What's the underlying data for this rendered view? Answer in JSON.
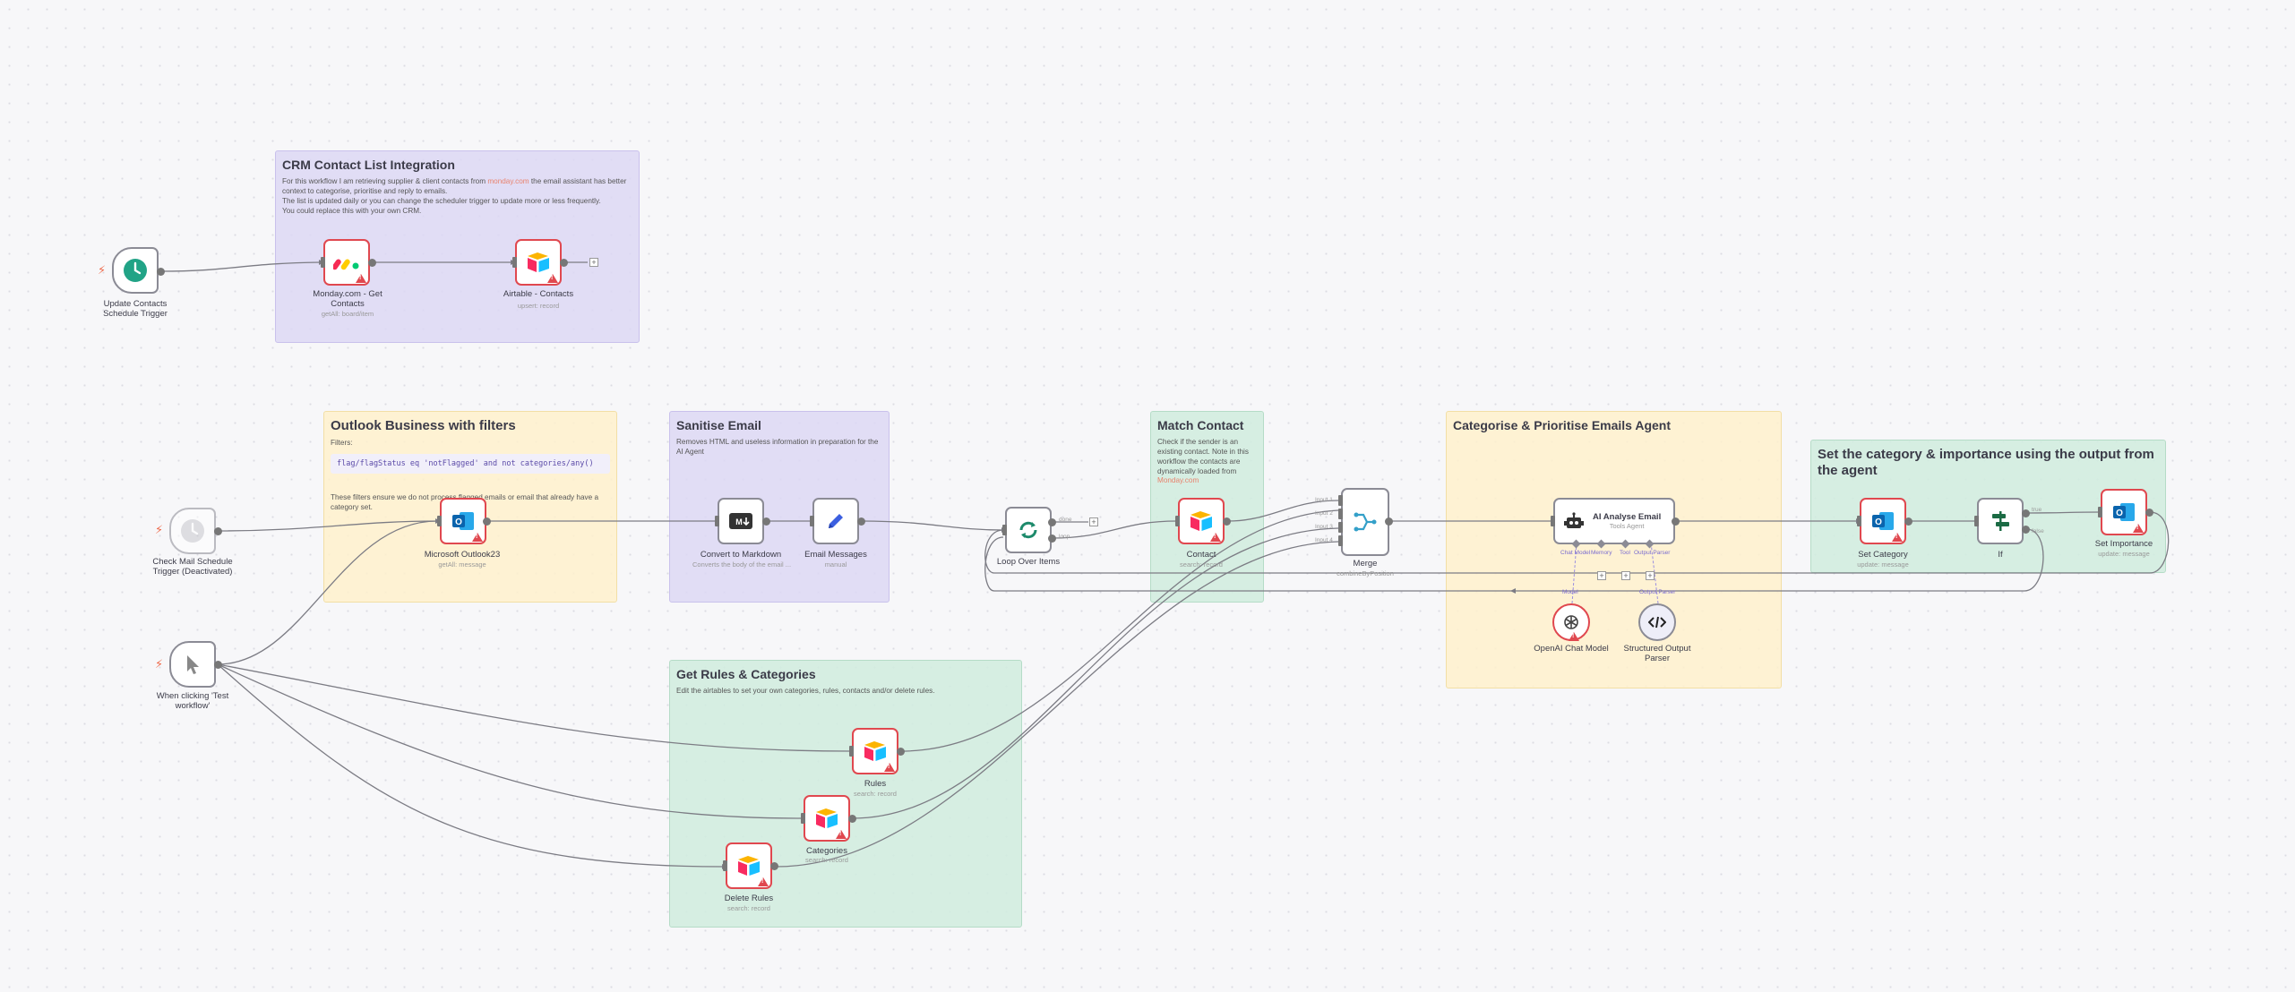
{
  "notes": {
    "crm": {
      "title": "CRM Contact List Integration",
      "body_pre": "For this workflow I am retrieving supplier & client contacts from ",
      "body_link": "monday.com",
      "body_post": " the email assistant has better context to categorise, prioritise and reply to emails.",
      "line2": "The list is updated daily or you can change the scheduler trigger to update more or less frequently.",
      "line3": "You could replace this with your own CRM."
    },
    "outlook": {
      "title": "Outlook Business with filters",
      "filters_label": "Filters:",
      "code": "flag/flagStatus eq 'notFlagged' and not categories/any()",
      "body": "These filters ensure we do not process flagged emails or email that already have a category set."
    },
    "sanitise": {
      "title": "Sanitise Email",
      "body": "Removes HTML and useless information in preparation for the AI Agent"
    },
    "match": {
      "title": "Match Contact",
      "body_pre": "Check if the sender is an existing contact. Note in this workflow the contacts are dynamically loaded from ",
      "body_link": "Monday.com"
    },
    "categorise": {
      "title": "Categorise & Prioritise Emails Agent"
    },
    "setcat": {
      "title": "Set the category & importance using the output from the agent"
    },
    "rules": {
      "title": "Get Rules & Categories",
      "body": "Edit the airtables to set your own categories, rules, contacts and/or delete rules."
    }
  },
  "nodes": {
    "update_trigger": {
      "label": "Update Contacts Schedule Trigger",
      "icon": "clock-icon"
    },
    "monday": {
      "label": "Monday.com - Get Contacts",
      "sub": "getAll: board/item",
      "icon": "monday-icon"
    },
    "airtable_contacts": {
      "label": "Airtable - Contacts",
      "sub": "upsert: record",
      "icon": "airtable-icon"
    },
    "check_mail": {
      "label": "Check Mail Schedule Trigger (Deactivated)",
      "icon": "clock-icon"
    },
    "outlook": {
      "label": "Microsoft Outlook23",
      "sub": "getAll: message",
      "icon": "outlook-icon"
    },
    "markdown": {
      "label": "Convert to Markdown",
      "sub": "Converts the body of the email ...",
      "icon": "markdown-icon"
    },
    "email_messages": {
      "label": "Email Messages",
      "sub": "manual",
      "icon": "pencil-icon"
    },
    "loop": {
      "label": "Loop Over Items",
      "icon": "loop-icon",
      "out_done": "done",
      "out_loop": "loop"
    },
    "contact": {
      "label": "Contact",
      "sub": "search: record",
      "icon": "airtable-icon"
    },
    "merge": {
      "label": "Merge",
      "sub": "combineByPosition",
      "icon": "merge-icon",
      "inputs": [
        "Input 1",
        "Input 2",
        "Input 3",
        "Input 4"
      ]
    },
    "agent": {
      "title": "AI Analyse Email",
      "sub": "Tools Agent",
      "icon": "robot-icon",
      "ports": [
        "Chat Model",
        "Memory",
        "Tool",
        "Output Parser"
      ]
    },
    "openai": {
      "label": "OpenAI Chat Model",
      "icon": "openai-icon",
      "port": "Model"
    },
    "parser": {
      "label": "Structured Output Parser",
      "icon": "code-icon",
      "port": "Output Parser"
    },
    "set_category": {
      "label": "Set Category",
      "sub": "update: message",
      "icon": "outlook-icon"
    },
    "if": {
      "label": "If",
      "icon": "if-icon",
      "out_true": "true",
      "out_false": "false"
    },
    "set_importance": {
      "label": "Set Importance",
      "sub": "update: message",
      "icon": "outlook-icon"
    },
    "manual_trigger": {
      "label": "When clicking 'Test workflow'",
      "icon": "cursor-icon"
    },
    "rules": {
      "label": "Rules",
      "sub": "search: record",
      "icon": "airtable-icon"
    },
    "categories": {
      "label": "Categories",
      "sub": "search: record",
      "icon": "airtable-icon"
    },
    "delete_rules": {
      "label": "Delete Rules",
      "sub": "search: record",
      "icon": "airtable-icon"
    }
  },
  "colors": {
    "edge": "#7c7c84",
    "error": "#e0484f",
    "accent_link": "#e9826d",
    "trigger": "#ee6b4d"
  }
}
